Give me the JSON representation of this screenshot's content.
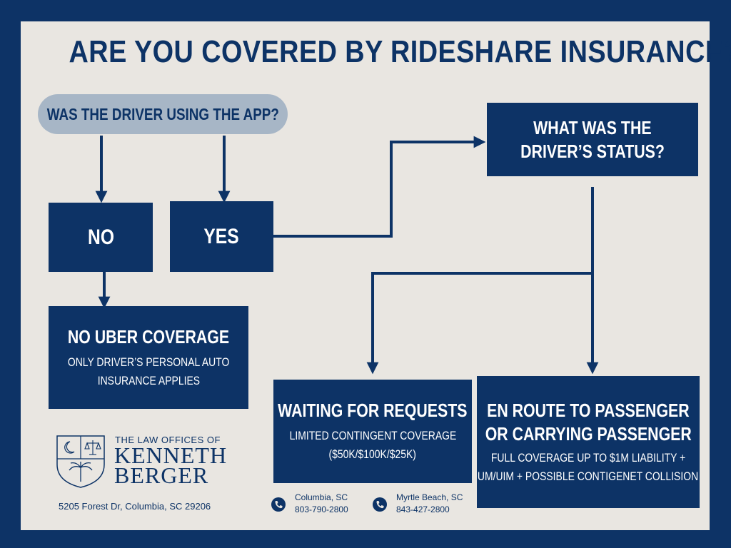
{
  "title": "ARE YOU COVERED BY RIDESHARE INSURANCE?",
  "question_app": "WAS THE DRIVER USING THE APP?",
  "answer_no": "NO",
  "answer_yes": "YES",
  "question_status": {
    "line1": "WHAT WAS THE",
    "line2": "DRIVER’S STATUS?"
  },
  "no_coverage": {
    "heading": "NO UBER COVERAGE",
    "line1": "ONLY DRIVER’S PERSONAL AUTO",
    "line2": "INSURANCE APPLIES"
  },
  "waiting": {
    "heading": "WAITING FOR REQUESTS",
    "line1": "LIMITED CONTINGENT COVERAGE",
    "line2": "($50K/$100K/$25K)"
  },
  "en_route": {
    "heading1": "EN ROUTE TO PASSENGER",
    "heading2": "OR CARRYING PASSENGER",
    "line1": "FULL COVERAGE UP TO $1M LIABILITY +",
    "line2": "UM/UIM + POSSIBLE CONTIGENET COLLISION"
  },
  "firm": {
    "prefix": "THE LAW OFFICES OF",
    "name1": "KENNETH",
    "name2": "BERGER",
    "address": "5205 Forest Dr, Columbia, SC 29206"
  },
  "offices": [
    {
      "city": "Columbia, SC",
      "phone": "803-790-2800"
    },
    {
      "city": "Myrtle Beach, SC",
      "phone": "843-427-2800"
    }
  ],
  "colors": {
    "navy": "#0d3366",
    "background": "#e9e6e1",
    "pill": "#a7b6c6"
  }
}
